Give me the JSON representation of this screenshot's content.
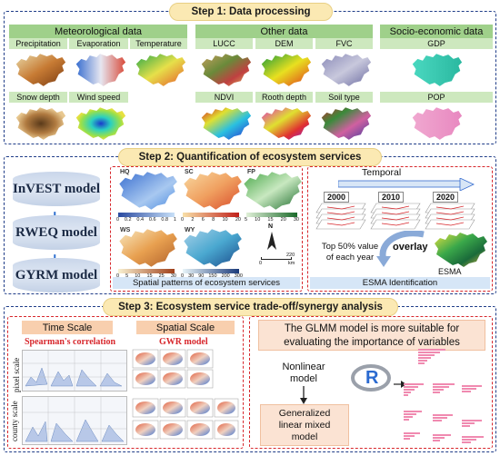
{
  "step1": {
    "label": "Step 1: Data processing",
    "meteorological": {
      "title": "Meteorological data",
      "items": [
        "Precipitation",
        "Evaporation",
        "Temperature",
        "Snow depth",
        "Wind speed"
      ]
    },
    "other": {
      "title": "Other data",
      "items": [
        "LUCC",
        "DEM",
        "FVC",
        "NDVI",
        "Rooth depth",
        "Soil type"
      ]
    },
    "socio": {
      "title": "Socio-economic data",
      "items": [
        "GDP",
        "POP"
      ]
    }
  },
  "step2": {
    "label": "Step 2: Quantification of ecosystem services",
    "models": [
      "InVEST model",
      "RWEQ model",
      "GYRM model"
    ],
    "plus_symbol": "+",
    "maps": {
      "hq": {
        "label": "HQ",
        "ticks": [
          "0",
          "0.2",
          "0.4",
          "0.6",
          "0.8",
          "1"
        ]
      },
      "sc": {
        "label": "SC",
        "ticks": [
          "0",
          "2",
          "6",
          "8",
          "10",
          "20"
        ]
      },
      "fp": {
        "label": "FP",
        "ticks": [
          "5",
          "10",
          "15",
          "20",
          "30"
        ]
      },
      "ws": {
        "label": "WS",
        "ticks": [
          "0",
          "5",
          "10",
          "15",
          "25",
          "30"
        ]
      },
      "wy": {
        "label": "WY",
        "ticks": [
          "0",
          "30",
          "90",
          "150",
          "200",
          "300"
        ]
      }
    },
    "north": "N",
    "scale": {
      "zero": "0",
      "value": "220",
      "unit": "km"
    },
    "spatial_caption": "Spatial patterns of ecosystem services",
    "temporal_label": "Temporal",
    "years": [
      "2000",
      "2010",
      "2020"
    ],
    "top50_line1": "Top 50% value",
    "top50_line2": "of each year",
    "overlay_label": "overlay",
    "esma_label": "ESMA",
    "esma_caption": "ESMA Identification"
  },
  "step3": {
    "label": "Step 3: Ecosystem service trade-off/synergy analysis",
    "time_scale": "Time Scale",
    "spearman": "Spearman's correlation",
    "pixel_scale": "pixel scale",
    "county_scale": "county scale",
    "spatial_scale": "Spatial Scale",
    "gwr": "GWR model",
    "glmm_title_line1": "The GLMM model is more suitable for",
    "glmm_title_line2": "evaluating the importance of variables",
    "nonlinear_line1": "Nonlinear",
    "nonlinear_line2": "model",
    "glmm_box_line1": "Generalized",
    "glmm_box_line2": "linear mixed",
    "glmm_box_line3": "model",
    "r_logo": "R"
  },
  "colors": {
    "step_border": "#1f3c88",
    "step_label_bg": "#fbe9b3",
    "green_head": "#9fd08a",
    "green_sub": "#cde8be",
    "red_accent": "#d7262b",
    "orange_label": "#f8cfae",
    "caption_blue": "#d6e6f7"
  }
}
